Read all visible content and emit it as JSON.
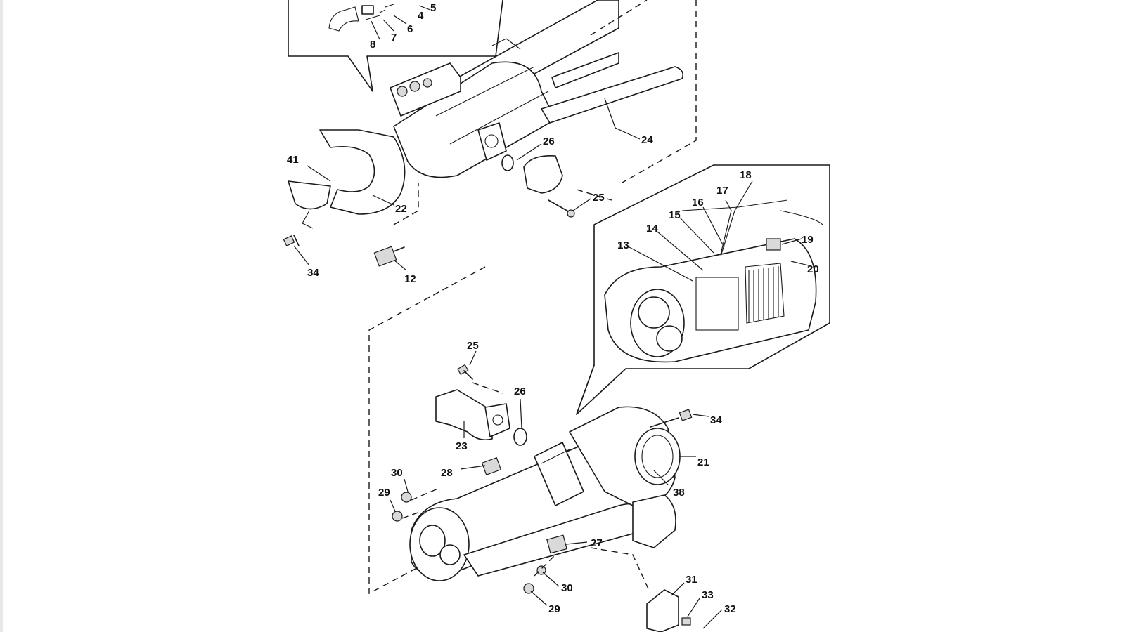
{
  "diagram": {
    "accent_color": "#1a1a1a",
    "background_color": "#ffffff",
    "callouts": [
      {
        "id": "c5",
        "label": "5"
      },
      {
        "id": "c4",
        "label": "4"
      },
      {
        "id": "c6",
        "label": "6"
      },
      {
        "id": "c7",
        "label": "7"
      },
      {
        "id": "c8",
        "label": "8"
      },
      {
        "id": "c41",
        "label": "41"
      },
      {
        "id": "c22",
        "label": "22"
      },
      {
        "id": "c26a",
        "label": "26"
      },
      {
        "id": "c24",
        "label": "24"
      },
      {
        "id": "c25a",
        "label": "25"
      },
      {
        "id": "c34a",
        "label": "34"
      },
      {
        "id": "c12",
        "label": "12"
      },
      {
        "id": "c18",
        "label": "18"
      },
      {
        "id": "c17",
        "label": "17"
      },
      {
        "id": "c16",
        "label": "16"
      },
      {
        "id": "c15",
        "label": "15"
      },
      {
        "id": "c14",
        "label": "14"
      },
      {
        "id": "c13",
        "label": "13"
      },
      {
        "id": "c19",
        "label": "19"
      },
      {
        "id": "c20",
        "label": "20"
      },
      {
        "id": "c25b",
        "label": "25"
      },
      {
        "id": "c26b",
        "label": "26"
      },
      {
        "id": "c34b",
        "label": "34"
      },
      {
        "id": "c23",
        "label": "23"
      },
      {
        "id": "c21",
        "label": "21"
      },
      {
        "id": "c28",
        "label": "28"
      },
      {
        "id": "c30a",
        "label": "30"
      },
      {
        "id": "c38",
        "label": "38"
      },
      {
        "id": "c29a",
        "label": "29"
      },
      {
        "id": "c27",
        "label": "27"
      },
      {
        "id": "c31",
        "label": "31"
      },
      {
        "id": "c30b",
        "label": "30"
      },
      {
        "id": "c33",
        "label": "33"
      },
      {
        "id": "c32",
        "label": "32"
      },
      {
        "id": "c29b",
        "label": "29"
      }
    ]
  }
}
